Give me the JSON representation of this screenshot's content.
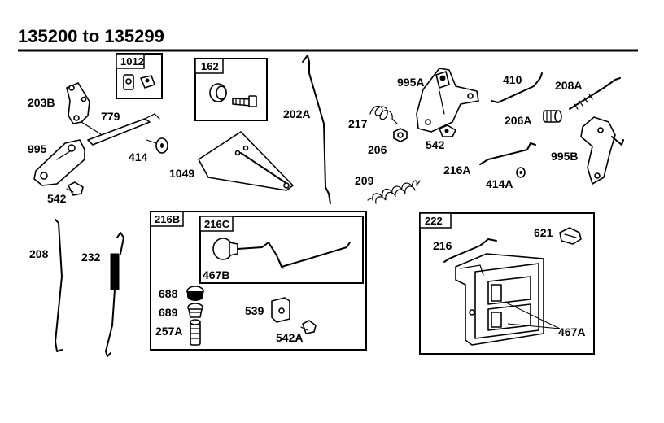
{
  "header": {
    "title": "135200 to 135299"
  },
  "parts": {
    "p203B": "203B",
    "p779": "779",
    "p995": "995",
    "p414": "414",
    "p542": "542",
    "p1049": "1049",
    "p202A": "202A",
    "p217": "217",
    "p206": "206",
    "p995A": "995A",
    "p542b": "542",
    "p410": "410",
    "p208A": "208A",
    "p206A": "206A",
    "p995B": "995B",
    "p209": "209",
    "p216A": "216A",
    "p414A": "414A",
    "p208": "208",
    "p232": "232",
    "p688": "688",
    "p689": "689",
    "p257A": "257A",
    "p539": "539",
    "p542A": "542A",
    "p467B": "467B",
    "p216": "216",
    "p621": "621",
    "p467A": "467A"
  },
  "kits": {
    "k1012": "1012",
    "k162": "162",
    "k216B": "216B",
    "k216C": "216C",
    "k222": "222"
  }
}
